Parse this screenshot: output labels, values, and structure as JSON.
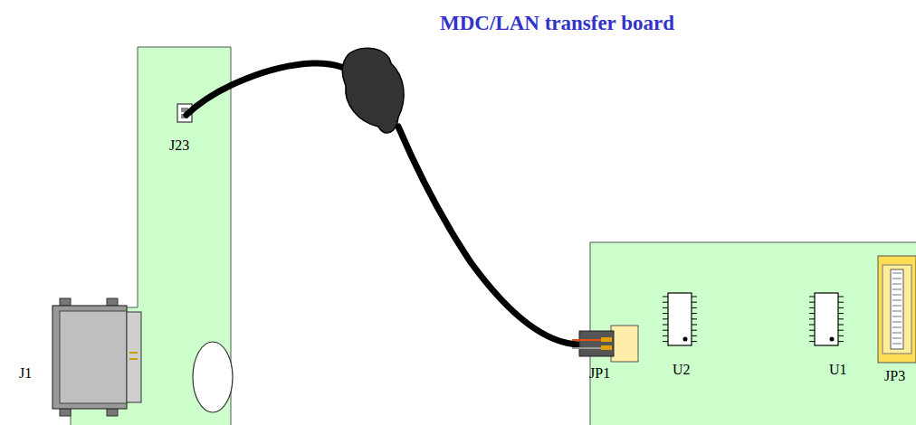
{
  "diagram": {
    "title": "MDC/LAN transfer board",
    "labels": [
      "J23",
      "J1",
      "JP1",
      "U2",
      "U1",
      "JP3"
    ]
  }
}
